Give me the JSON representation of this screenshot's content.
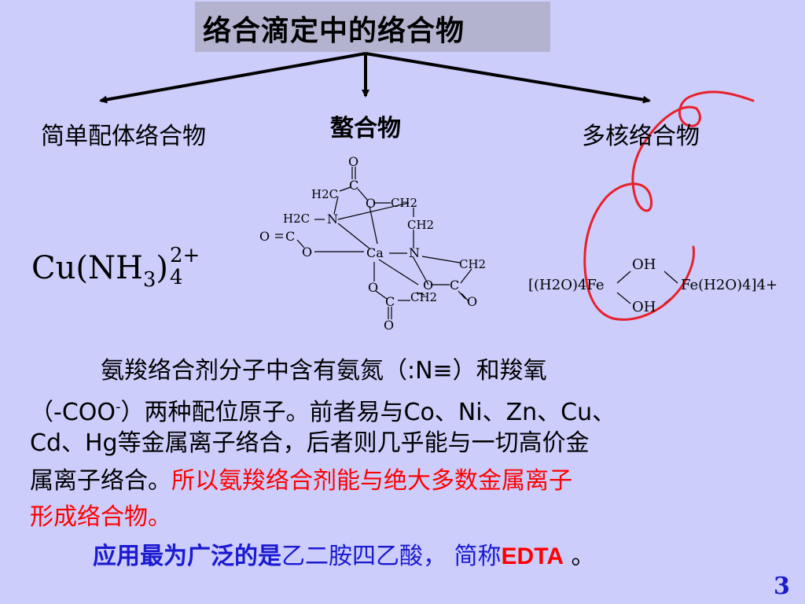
{
  "title": "络合滴定中的络合物",
  "categories": {
    "left": "简单配体络合物",
    "middle": "螯合物",
    "right": "多核络合物"
  },
  "simple_complex": {
    "base": "Cu(NH",
    "sub": "3",
    "close": ")",
    "charge": "2+",
    "count": "4"
  },
  "chelate_atoms": {
    "o_top": "O",
    "c_top": "C",
    "h2c_top": "H2C",
    "o_upper_ring": "O",
    "ch2_upper_right": "CH2",
    "h2c_left": "H2C",
    "n_left": "N",
    "ch2_right": "CH2",
    "o_double_left": "O",
    "c_left": "C",
    "o_left_ring": "O",
    "ca": "Ca",
    "n_right": "N",
    "ch2_far_right": "CH2",
    "o_lower_left": "O",
    "o_lower_right": "O",
    "c_lower_right": "C",
    "o_double_right": "O",
    "c_bottom": "C",
    "ch2_bottom": "CH2",
    "o_bottom": "O"
  },
  "binuclear": {
    "left": "[(H2O)4Fe",
    "oh_top": "OH",
    "oh_bottom": "OH",
    "right": "Fe(H2O)4]4+"
  },
  "paragraph": {
    "line1": "氨羧络合剂分子中含有氨氮（:N≡）和羧氧",
    "line2_a": "（-COO",
    "line2_sup": "-",
    "line2_b": "）两种配位原子。前者易与Co、Ni、Zn、Cu、",
    "line3": "Cd、Hg等金属离子络合，后者则几乎能与一切高价金",
    "line4_black": "属离子络合。",
    "line4_red": "所以氨羧络合剂能与绝大多数金属离子",
    "line5_red": "形成络合物。"
  },
  "final_line": {
    "bold_blue": "应用最为广泛的是",
    "normal_blue": "乙二胺四乙酸，  简称",
    "edta": "EDTA",
    "end": " 。"
  },
  "page_number": "3",
  "colors": {
    "background": "#cccdfb",
    "title_box": "#b3b3cf",
    "highlight_red": "#ff0000",
    "blue": "#1a1ad0",
    "annotation_red": "#e8202a"
  }
}
